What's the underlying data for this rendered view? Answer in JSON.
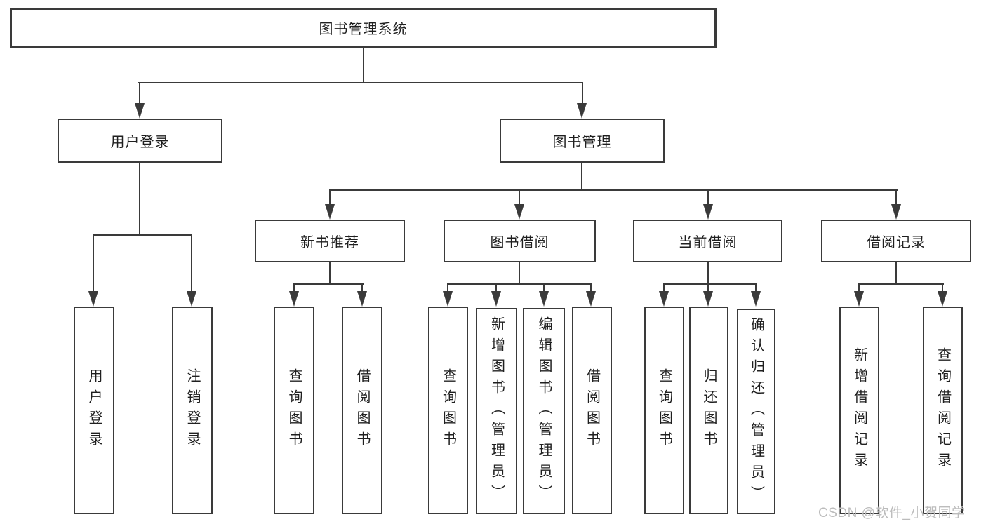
{
  "diagram": {
    "root": {
      "label": "图书管理系统"
    },
    "branches": [
      {
        "label": "用户登录",
        "children": [
          {
            "label": "用户登录"
          },
          {
            "label": "注销登录"
          }
        ]
      },
      {
        "label": "图书管理",
        "groups": [
          {
            "label": "新书推荐",
            "children": [
              {
                "label": "查询图书"
              },
              {
                "label": "借阅图书"
              }
            ]
          },
          {
            "label": "图书借阅",
            "children": [
              {
                "label": "查询图书"
              },
              {
                "label": "新增图书（管理员）"
              },
              {
                "label": "编辑图书（管理员）"
              },
              {
                "label": "借阅图书"
              }
            ]
          },
          {
            "label": "当前借阅",
            "children": [
              {
                "label": "查询图书"
              },
              {
                "label": "归还图书"
              },
              {
                "label": "确认归还（管理员）"
              }
            ]
          },
          {
            "label": "借阅记录",
            "children": [
              {
                "label": "新增借阅记录"
              },
              {
                "label": "查询借阅记录"
              }
            ]
          }
        ]
      }
    ]
  },
  "watermark": {
    "text": "CSDN @软件_小贺同学"
  },
  "colors": {
    "line": "#3a3a3a",
    "text": "#1f1f1f",
    "background": "#ffffff",
    "watermark": "#bcbcbc"
  }
}
